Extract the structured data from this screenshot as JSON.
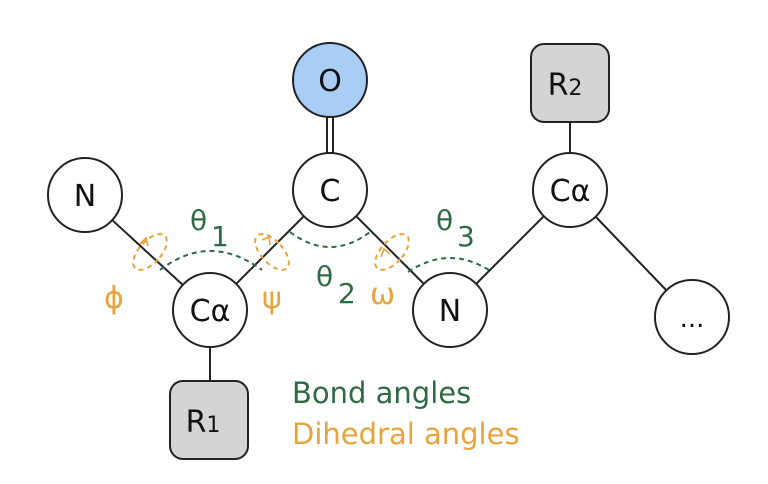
{
  "atoms": {
    "n_terminal": "N",
    "carbonyl_c": "C",
    "oxygen": "O",
    "ca1": "Cα",
    "ca2": "Cα",
    "n2": "N",
    "continuation": "...",
    "r1_main": "R",
    "r1_sub": "1",
    "r2_main": "R",
    "r2_sub": "2"
  },
  "bond_angles": {
    "theta1": "θ",
    "theta1_sub": "1",
    "theta2": "θ",
    "theta2_sub": "2",
    "theta3": "θ",
    "theta3_sub": "3"
  },
  "dihedral_angles": {
    "phi": "ϕ",
    "psi": "ψ",
    "omega": "ω"
  },
  "legend": {
    "bond_angles": "Bond angles",
    "dihedral_angles": "Dihedral angles"
  },
  "colors": {
    "bond_angle": "#2e6b45",
    "dihedral_angle": "#e8a33c",
    "oxygen_fill": "#a9cdf5",
    "side_chain_fill": "#d4d4d4",
    "atom_fill": "#ffffff",
    "stroke": "#222222"
  }
}
